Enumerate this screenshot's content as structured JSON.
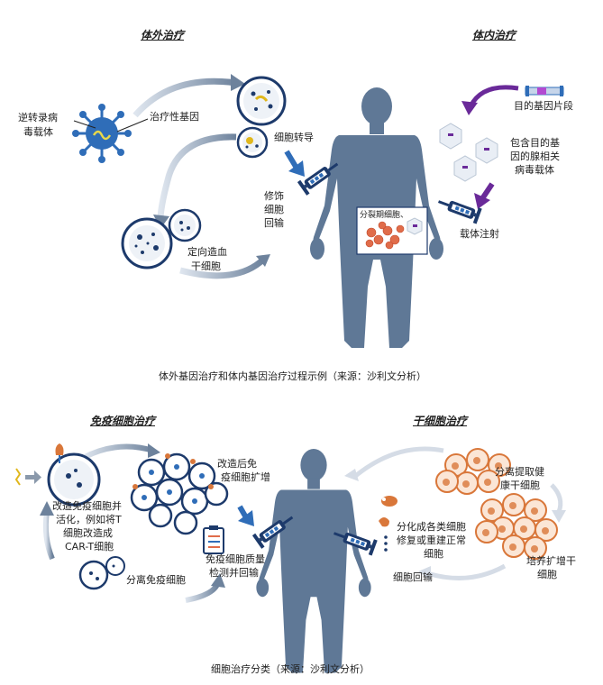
{
  "top": {
    "left_title": "体外治疗",
    "right_title": "体内治疗",
    "labels": {
      "retrovirus_1": "逆转录病",
      "retrovirus_2": "毒载体",
      "therapeutic_gene": "治疗性基因",
      "cell_transduction": "细胞转导",
      "modify_1": "修饰",
      "modify_2": "细胞",
      "modify_3": "回输",
      "stem_1": "定向造血",
      "stem_2": "干细胞",
      "dividing_cells": "分裂期细胞、",
      "target_gene": "目的基因片段",
      "aav_1": "包含目的基",
      "aav_2": "因的腺相关",
      "aav_3": "病毒载体",
      "vector_injection": "载体注射"
    },
    "caption": "体外基因治疗和体内基因治疗过程示例（来源：沙利文分析）"
  },
  "bottom": {
    "left_title": "免疫细胞治疗",
    "right_title": "干细胞治疗",
    "labels": {
      "modified_1": "改造后免",
      "modified_2": "疫细胞扩增",
      "activate_1": "改造免疫细胞并",
      "activate_2": "活化，例如将T",
      "activate_3": "细胞改造成",
      "activate_4": "CAR-T细胞",
      "qc_1": "免疫细胞质量",
      "qc_2": "检测并回输",
      "isolate_immune": "分离免疫细胞",
      "extract_1": "分离提取健",
      "extract_2": "康干细胞",
      "differentiate_1": "分化成各类细胞",
      "differentiate_2": "修复或重建正常",
      "differentiate_3": "细胞",
      "culture_1": "培养扩增干",
      "culture_2": "细胞",
      "reinfuse": "细胞回输"
    },
    "caption": "细胞治疗分类（来源：沙利文分析）"
  },
  "colors": {
    "body": "#5f7896",
    "navy": "#1d3a6b",
    "blue": "#2f6db8",
    "arrow_grey": "#7f93ad",
    "purple": "#6a2a99",
    "orange": "#d9773a",
    "peach": "#f6dcc9"
  }
}
